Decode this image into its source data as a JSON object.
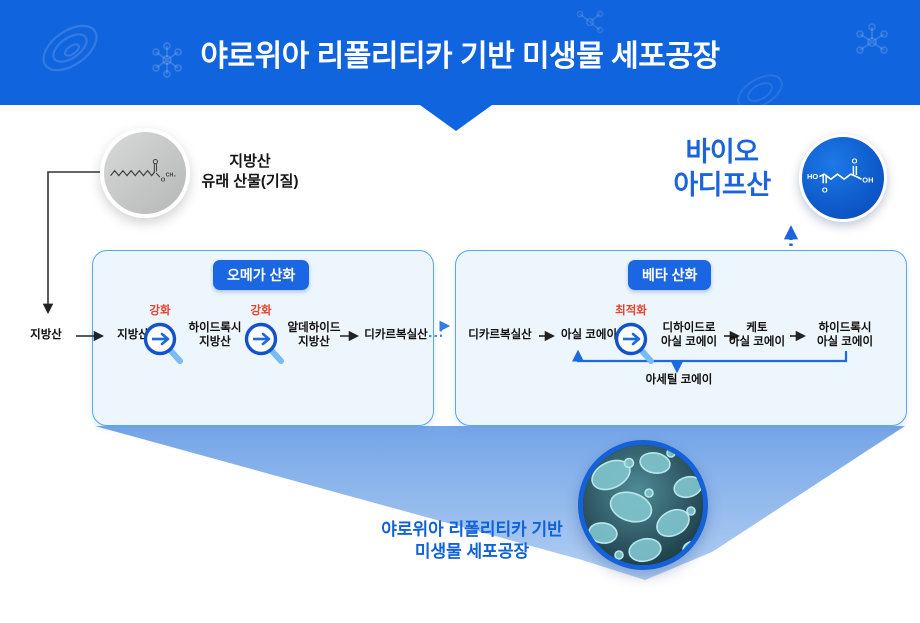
{
  "banner": {
    "title": "야로위아 리폴리티카 기반 미생물 세포공장"
  },
  "substrate": {
    "line1": "지방산",
    "line2": "유래 산물(기질)",
    "molecule": {
      "o_mid": "O",
      "ch3": "CH₃"
    }
  },
  "feed_label": "지방산",
  "omega": {
    "badge": "오메가 산화",
    "step1": "지방산",
    "enhance1": "강화",
    "step2_line1": "하이드록시",
    "step2_line2": "지방산",
    "enhance2": "강화",
    "step3_line1": "알데하이드",
    "step3_line2": "지방산",
    "step4": "디카르복실산"
  },
  "beta": {
    "badge": "베타 산화",
    "step1": "디카르복실산",
    "step2": "아실 코에이",
    "optimize": "최적화",
    "step3_line1": "디하이드로",
    "step3_line2": "아실 코에이",
    "step4_line1": "케토",
    "step4_line2": "아실 코에이",
    "step5_line1": "하이드록시",
    "step5_line2": "아실 코에이",
    "byproduct": "아세틸 코에이"
  },
  "product": {
    "line1": "바이오",
    "line2": "아디프산",
    "molecule": {
      "ho": "HO",
      "oh": "OH",
      "o_left": "O",
      "o_right": "O"
    }
  },
  "footer": {
    "caption_line1": "야로위아 리폴리티카 기반",
    "caption_line2": "미생물 세포공장"
  },
  "colors": {
    "banner_blue": "#1064dd",
    "badge_blue": "#1b67e3",
    "accent_blue": "#1b64dc",
    "box_fill": "#eef6fd",
    "box_border": "#57a7eb",
    "enhance_red": "#e8412c",
    "funnel_top": "#74a5e7",
    "funnel_bottom": "#b3cff3",
    "text_dark": "#111111"
  }
}
